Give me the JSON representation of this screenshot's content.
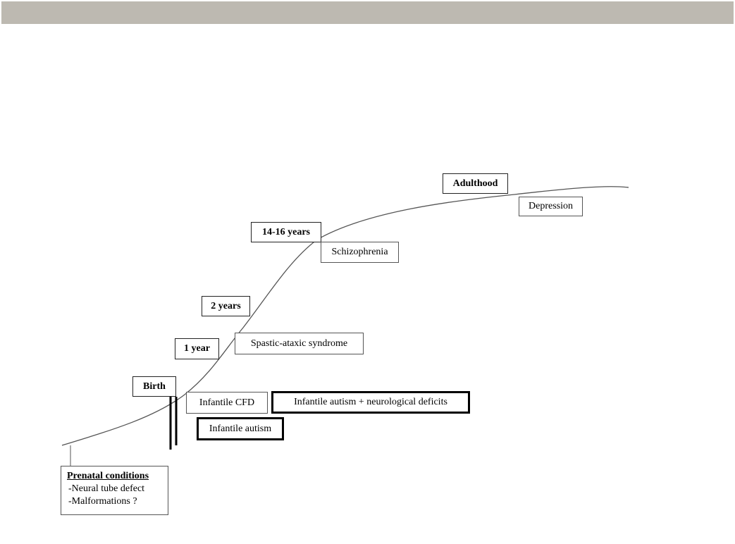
{
  "milestones": {
    "birth": "Birth",
    "one_year": "1 year",
    "two_years": "2 years",
    "teen": "14-16 years",
    "adulthood": "Adulthood"
  },
  "conditions": {
    "infantile_cfd": "Infantile CFD",
    "autism_neuro": "Infantile autism + neurological  deficits",
    "infantile_autism": "Infantile autism",
    "spastic_ataxic": "Spastic-ataxic syndrome",
    "schizophrenia": "Schizophrenia",
    "depression": "Depression"
  },
  "prenatal": {
    "title": "Prenatal conditions",
    "items": [
      "-Neural tube defect",
      "-Malformations ?"
    ]
  },
  "colors": {
    "header_bar": "#bdb9b1",
    "curve": "#555555",
    "box_border": "#555555",
    "emphasis_border": "#000000"
  }
}
